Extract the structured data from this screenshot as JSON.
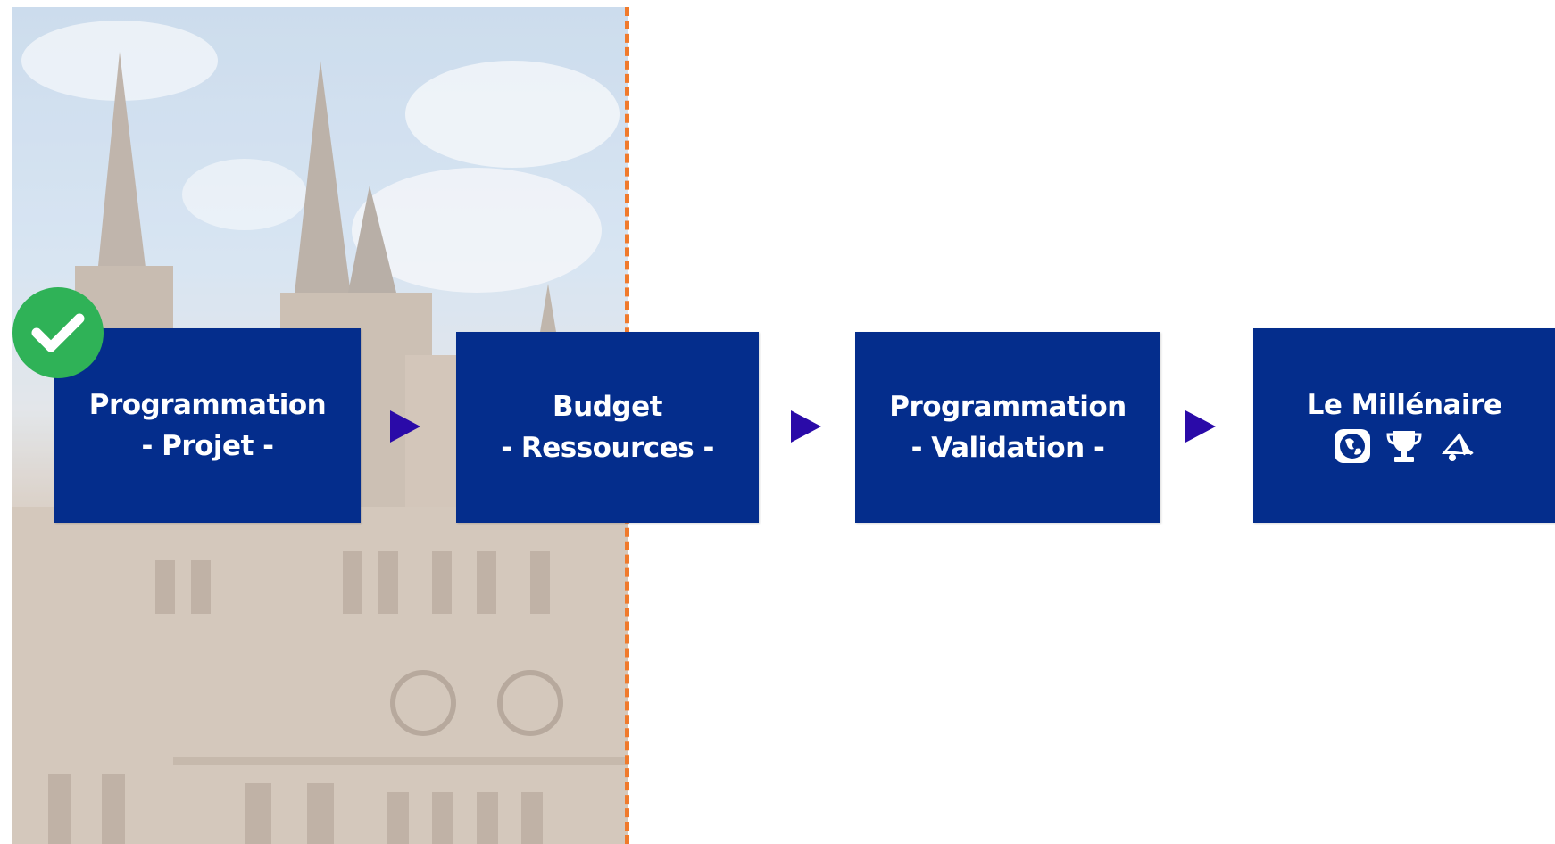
{
  "steps": [
    {
      "title": "Programmation",
      "subtitle": "- Projet -",
      "completed": true
    },
    {
      "title": "Budget",
      "subtitle": "- Ressources -",
      "completed": false
    },
    {
      "title": "Programmation",
      "subtitle": "- Validation -",
      "completed": false
    },
    {
      "title": "Le Millénaire",
      "icons": [
        "globe-icon",
        "trophy-icon",
        "megaphone-icon"
      ],
      "completed": false
    }
  ],
  "colors": {
    "step_background": "#042d8c",
    "step_text": "#ffffff",
    "arrow": "#2a0aa8",
    "check_badge": "#2fb257",
    "divider": "#f07a2c"
  },
  "decorations": {
    "background_image": "cathedral-photo",
    "status_icon": "check-icon"
  }
}
